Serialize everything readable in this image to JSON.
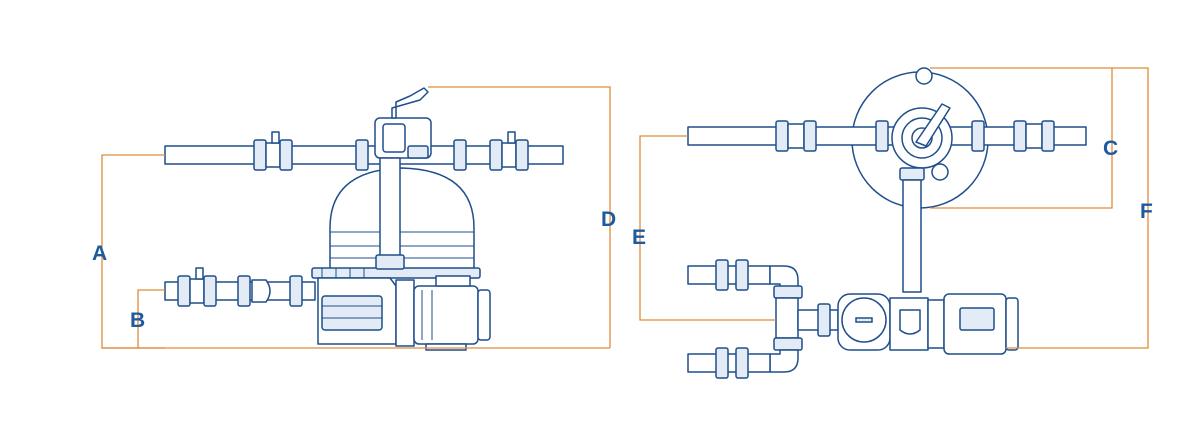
{
  "colors": {
    "line": "#1f4f8c",
    "fill": "#ffffff",
    "shade": "#e3ecf6",
    "dimension": "#e08a3c",
    "label": "#1e5aa0"
  },
  "dimensions": {
    "A": "A",
    "B": "B",
    "C": "C",
    "D": "D",
    "E": "E",
    "F": "F"
  }
}
